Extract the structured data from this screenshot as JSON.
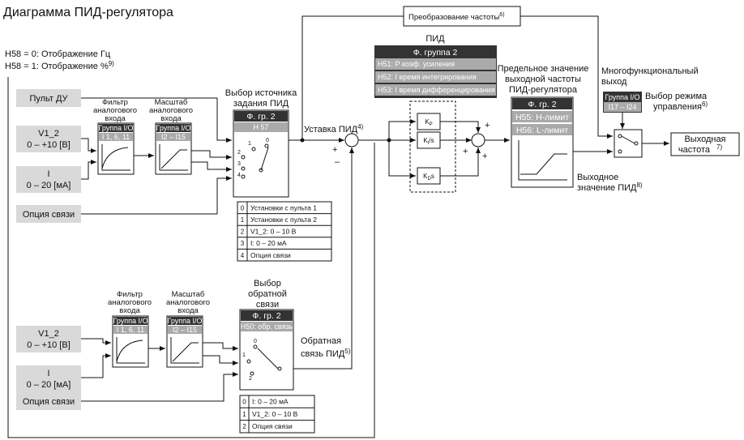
{
  "title": "Диаграмма ПИД-регулятора",
  "h58_0": "H58 = 0: Отображение Гц",
  "h58_1": "H58 = 1: Отображение %",
  "h58_1_sup": "9)",
  "freq_conv": "Преобразование частоты",
  "freq_conv_sup": "6)",
  "inputs_top": {
    "remote": "Пульт ДУ",
    "v1_line1": "V1_2",
    "v1_line2": "0 – +10 [В]",
    "i_line1": "I",
    "i_line2": "0 – 20 [мА]",
    "comm": "Опция связи"
  },
  "inputs_bottom": {
    "v1_line1": "V1_2",
    "v1_line2": "0 – +10 [В]",
    "i_line1": "I",
    "i_line2": "0 – 20 [мА]",
    "comm": "Опция связи"
  },
  "filter_label": [
    "Фильтр",
    "аналогового",
    "входа"
  ],
  "scale_label": [
    "Масштаб",
    "аналогового",
    "входа"
  ],
  "group_io": "Группа I/O",
  "filter_param": "I 1, 6, 11",
  "scale_param": "I2 – I15",
  "src_sel_label": [
    "Выбор источника",
    "задания ПИД"
  ],
  "src_sel_group": "Ф. гр. 2",
  "src_sel_param": "H 57",
  "src_numbers": [
    "1",
    "0",
    "2",
    "3",
    "4"
  ],
  "src_options": [
    {
      "num": "0",
      "text": "Установки с пульта 1"
    },
    {
      "num": "1",
      "text": "Установки с пульта 2"
    },
    {
      "num": "2",
      "text": "V1_2: 0 – 10 В"
    },
    {
      "num": "3",
      "text": "I: 0 – 20 мА"
    },
    {
      "num": "4",
      "text": "Опция связи"
    }
  ],
  "setpoint": "Уставка ПИД",
  "setpoint_sup": "4)",
  "plus": "+",
  "minus": "–",
  "fb_sel_label": [
    "Выбор",
    "обратной",
    "связи"
  ],
  "fb_sel_group": "Ф. гр. 2",
  "fb_sel_param": "H50: обр. связь",
  "fb_numbers": [
    "0",
    "1",
    "2"
  ],
  "fb_options": [
    {
      "num": "0",
      "text": "I: 0 – 20 мА"
    },
    {
      "num": "1",
      "text": "V1_2: 0 – 10 В"
    },
    {
      "num": "2",
      "text": "Опция связи"
    }
  ],
  "feedback": [
    "Обратная",
    "связь ПИД"
  ],
  "feedback_sup": "5)",
  "pid_title": "ПИД",
  "pid_group": "Ф. группа 2",
  "pid_params": [
    "H51: P коэф. усиления",
    "H52: I время интегрирования",
    "H53: I время дифференцирования"
  ],
  "kp": "K",
  "kp_sub": "P",
  "ki": "K",
  "ki_sub": "I",
  "ki_suffix": "/s",
  "kd": "K",
  "kd_sub": "D",
  "kd_suffix": "s",
  "limit_label": [
    "Предельное значение",
    "выходной частоты",
    "ПИД-регулятора"
  ],
  "limit_group": "Ф. гр. 2",
  "limit_params": [
    "H55: H-лимит",
    "H56: L-лимит"
  ],
  "pid_out": [
    "Выходное",
    "значение ПИД"
  ],
  "pid_out_sup": "8)",
  "multi_label": [
    "Многофункциональный",
    "выход"
  ],
  "multi_group": "Группа I/O",
  "multi_param": "I17 – I24",
  "mode_label": [
    "Выбор режима",
    "управления"
  ],
  "mode_sup": "6)",
  "output": [
    "Выходная",
    "частота"
  ],
  "output_sup": "7)"
}
